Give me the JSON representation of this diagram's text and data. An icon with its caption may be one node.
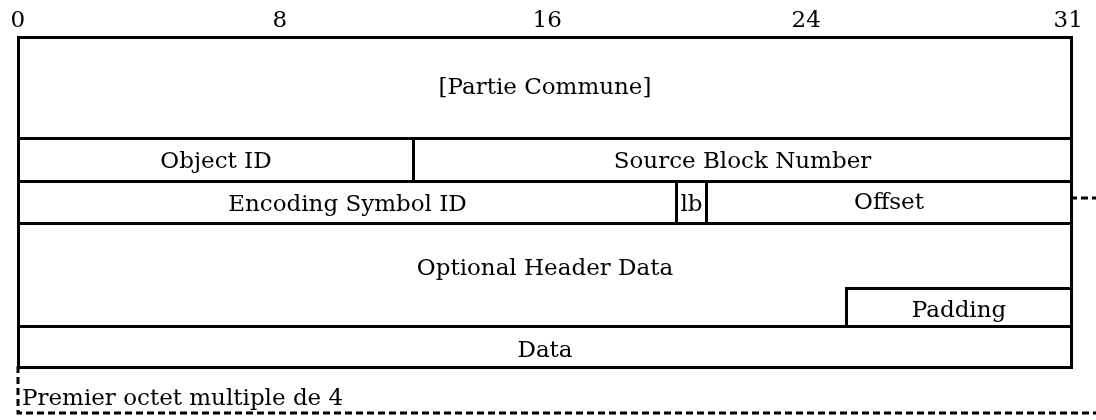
{
  "diagram": {
    "nodes": [
      {
        "text": [
          "[Partie Commune]"
        ]
      },
      {
        "text": [
          "Object ID"
        ]
      },
      {
        "text": [
          "Source Block Number"
        ]
      },
      {
        "text": [
          "Encoding Symbol ID"
        ]
      },
      {
        "text": [
          "lb"
        ]
      },
      {
        "text": [
          "Offset"
        ]
      },
      {
        "text": [
          "Optional Header Data"
        ]
      },
      {
        "text": [
          "Padding"
        ],
        "in": 6
      },
      {
        "text": [
          "Data"
        ]
      }
    ],
    "labels": [
      "0",
      "8",
      "16",
      "24",
      "31",
      "Premier octet multiple de 4"
    ]
  }
}
